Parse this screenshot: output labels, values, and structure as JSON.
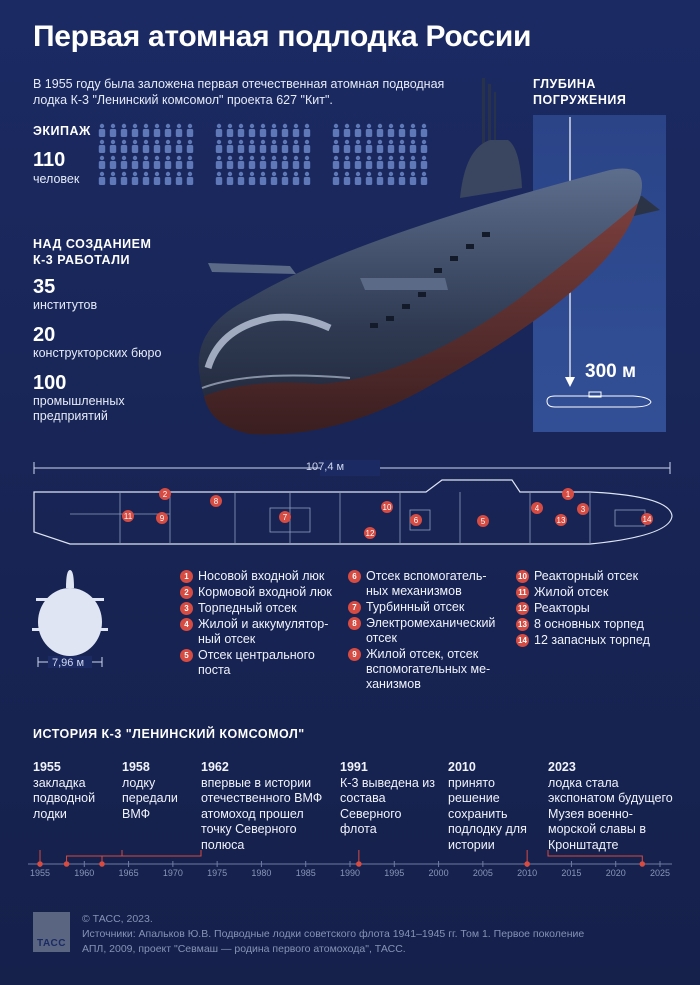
{
  "title": "Первая атомная подлодка России",
  "intro": "В 1955 году была заложена первая отечественная атомная подводная лодка К-3 \"Ленинский комсомол\" проекта 627 \"Кит\".",
  "crew": {
    "label": "ЭКИПАЖ",
    "number": "110",
    "unit": "человек",
    "icons_count": 110
  },
  "creators": {
    "label_line1": "НАД СОЗДАНИЕМ",
    "label_line2": "К-3 РАБОТАЛИ",
    "items": [
      {
        "number": "35",
        "text": "институтов"
      },
      {
        "number": "20",
        "text": "конструкторских бюро"
      },
      {
        "number": "100",
        "text_line1": "промышленных",
        "text_line2": "предприятий"
      }
    ]
  },
  "depth": {
    "label_line1": "ГЛУБИНА",
    "label_line2": "ПОГРУЖЕНИЯ",
    "value": "300 м"
  },
  "dimensions": {
    "length": "107,4 м",
    "width": "7,96 м"
  },
  "legend": [
    {
      "n": "1",
      "text": "Носовой входной люк"
    },
    {
      "n": "2",
      "text": "Кормовой входной люк"
    },
    {
      "n": "3",
      "text": "Торпедный отсек"
    },
    {
      "n": "4",
      "text": "Жилой и аккумулятор-ный отсек"
    },
    {
      "n": "5",
      "text": "Отсек центрального поста"
    },
    {
      "n": "6",
      "text": "Отсек вспомогатель-ных механизмов"
    },
    {
      "n": "7",
      "text": "Турбинный отсек"
    },
    {
      "n": "8",
      "text": "Электромеханический отсек"
    },
    {
      "n": "9",
      "text": "Жилой отсек, отсек вспомогательных ме-ханизмов"
    },
    {
      "n": "10",
      "text": "Реакторный отсек"
    },
    {
      "n": "11",
      "text": "Жилой отсек"
    },
    {
      "n": "12",
      "text": "Реакторы"
    },
    {
      "n": "13",
      "text": "8 основных торпед"
    },
    {
      "n": "14",
      "text": "12 запасных торпед"
    }
  ],
  "history": {
    "title": "ИСТОРИЯ К-3 \"ЛЕНИНСКИЙ КОМСОМОЛ\"",
    "events": [
      {
        "year": "1955",
        "text": "закладка подводной лодки"
      },
      {
        "year": "1958",
        "text": "лодку передали ВМФ"
      },
      {
        "year": "1962",
        "text": "впервые в истории отечественного ВМФ атомоход прошел точку Северного полюса"
      },
      {
        "year": "1991",
        "text": "К-3 выведена из состава Северного флота"
      },
      {
        "year": "2010",
        "text": "принято решение сохранить подлодку для истории"
      },
      {
        "year": "2023",
        "text": "лодка стала экспонатом будущего Музея военно-морской славы в Кронштадте"
      }
    ],
    "axis_ticks": [
      "1955",
      "1960",
      "1965",
      "1970",
      "1975",
      "1980",
      "1985",
      "1990",
      "1995",
      "2000",
      "2005",
      "2010",
      "2015",
      "2020",
      "2025"
    ]
  },
  "footer": {
    "copyright": "© ТАСС, 2023.",
    "sources": "Источники: Апальков Ю.В. Подводные лодки советского флота 1941–1945 гг. Том 1. Первое поколение АПЛ, 2009, проект \"Севмаш — родина первого атомохода\", ТАСС.",
    "logo": "ТАСС"
  },
  "colors": {
    "background": "#1b2a63",
    "accent_red": "#d64b42",
    "panel": "#2f4a90",
    "muted": "#8792b6"
  }
}
